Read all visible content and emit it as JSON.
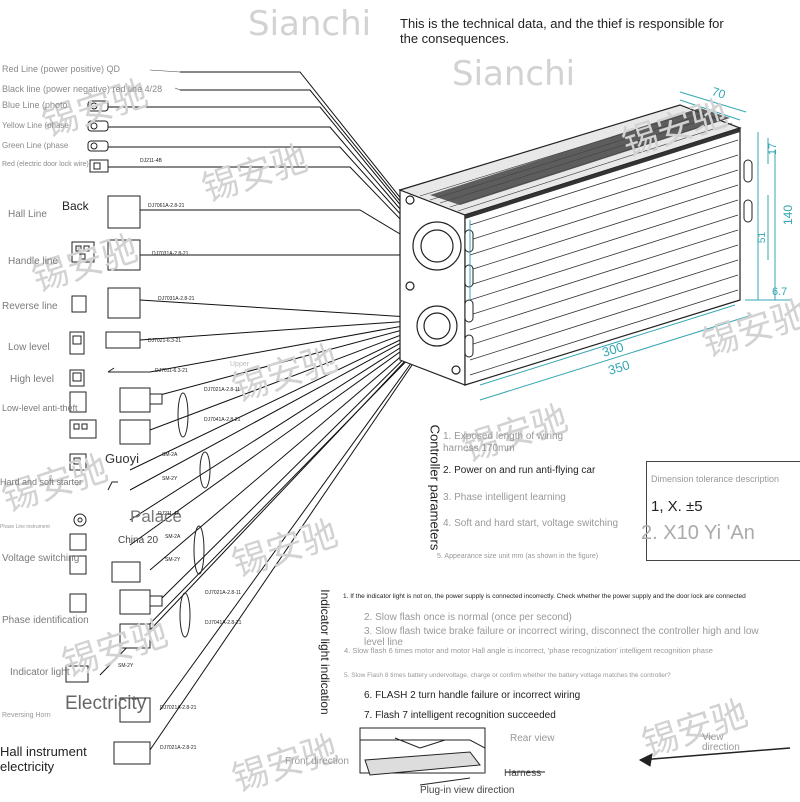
{
  "header": {
    "brand_top": "Sianchi",
    "brand_mid": "Sianchi",
    "notice": "This is the technical data, and the thief is responsible for the consequences."
  },
  "watermark": "锡安驰",
  "wires": [
    "Red Line (power positive) QD",
    "Black line (power negative) red line 4/28",
    "Blue Line (photo",
    "Yellow Line (phase",
    "Green Line (phase",
    "Red (electric door lock wire)"
  ],
  "functions": {
    "hall": "Hall Line",
    "back": "Back",
    "handle": "Handle line",
    "reverse": "Reverse line",
    "low": "Low level",
    "high": "High level",
    "low_anti": "Low-level anti-theft",
    "hard_soft": "Hard and soft starter",
    "guoyi": "Guoyi",
    "palace": "Palace",
    "china": "China 20",
    "phase_line": "Phase Line instrument",
    "voltage": "Voltage switching",
    "phase_ident": "Phase identification",
    "indicator": "Indicator light",
    "rev_horn": "Reversing Horn",
    "electricity": "Electricity",
    "hall_inst": "Hall instrument electricity",
    "upper": "Upper"
  },
  "connector_codes": [
    "DJ211-4B",
    "DJ7061A-2.8-21",
    "DJ7031A-2.8-21",
    "DJ7031A-2.8-21",
    "DJ7021-6.3-21",
    "DJ7011-6.3-21",
    "DJ7021A-2.8-11",
    "DJ7041A-2.8-21",
    "SM-2A",
    "SM-2Y",
    "DJ211-4A",
    "SM-2A",
    "SM-2Y",
    "DJ7021A-2.8-11",
    "DJ7041A-2.8-21",
    "SM-2Y",
    "DJ7021A-2.8-21",
    "DJ7021A-2.8-21"
  ],
  "dimensions": {
    "d70": "70",
    "d17": "17",
    "d140": "140",
    "d51": "51",
    "d67": "6.7",
    "d300": "300",
    "d350": "350"
  },
  "controller": {
    "title": "Controller parameters",
    "params": [
      "1. Exposed length of wiring harness 170mm",
      "2. Power on and run anti-flying car",
      "3. Phase intelligent learning",
      "4. Soft and hard start, voltage switching",
      "5. Appearance size unit mm (as shown in the figure)"
    ]
  },
  "tolerance": {
    "title": "Dimension tolerance description",
    "line1": "1,   X.  ±5",
    "line2": "2. X10 Yi 'An"
  },
  "indicator": {
    "title": "Indicator light indication",
    "items": [
      "1. If the indicator light is not on, the power supply is connected incorrectly. Check whether the power supply and the door lock are connected",
      "2. Slow flash once is normal (once per second)",
      "3. Slow flash twice brake failure or incorrect wiring, disconnect the controller high and low level line",
      "4. Slow flash 6 times motor and motor Hall angle is incorrect, 'phase recognization' intelligent recognition phase",
      "5. Slow Flash 8 times battery undervoltage, charge or confirm whether the battery voltage matches the controller?",
      "6. FLASH 2 turn handle failure or incorrect wiring",
      "7. Flash 7 intelligent recognition succeeded"
    ]
  },
  "install": {
    "rear": "Rear view",
    "view_dir": "View direction",
    "front": "Front direction",
    "harness": "Harness",
    "plugin": "Plug-in view direction"
  }
}
